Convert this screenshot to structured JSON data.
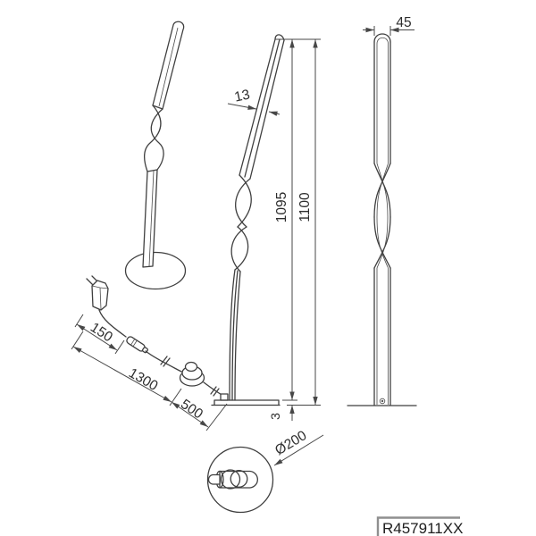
{
  "title_block": {
    "product_code": "R457911XX"
  },
  "dimensions": {
    "blade_thickness": "13",
    "body_height": "1095",
    "total_height": "1100",
    "blade_width": "45",
    "base_plate_thickness": "3",
    "base_diameter": "Ø200",
    "cable_plug_segment": "150",
    "cable_main_length": "1300",
    "cable_base_segment": "500"
  },
  "colors": {
    "line": "#3f3f3f",
    "dimension_line": "#474747",
    "text": "#2d2d2d",
    "title_border": "#8f8f8f",
    "background": "#ffffff"
  }
}
